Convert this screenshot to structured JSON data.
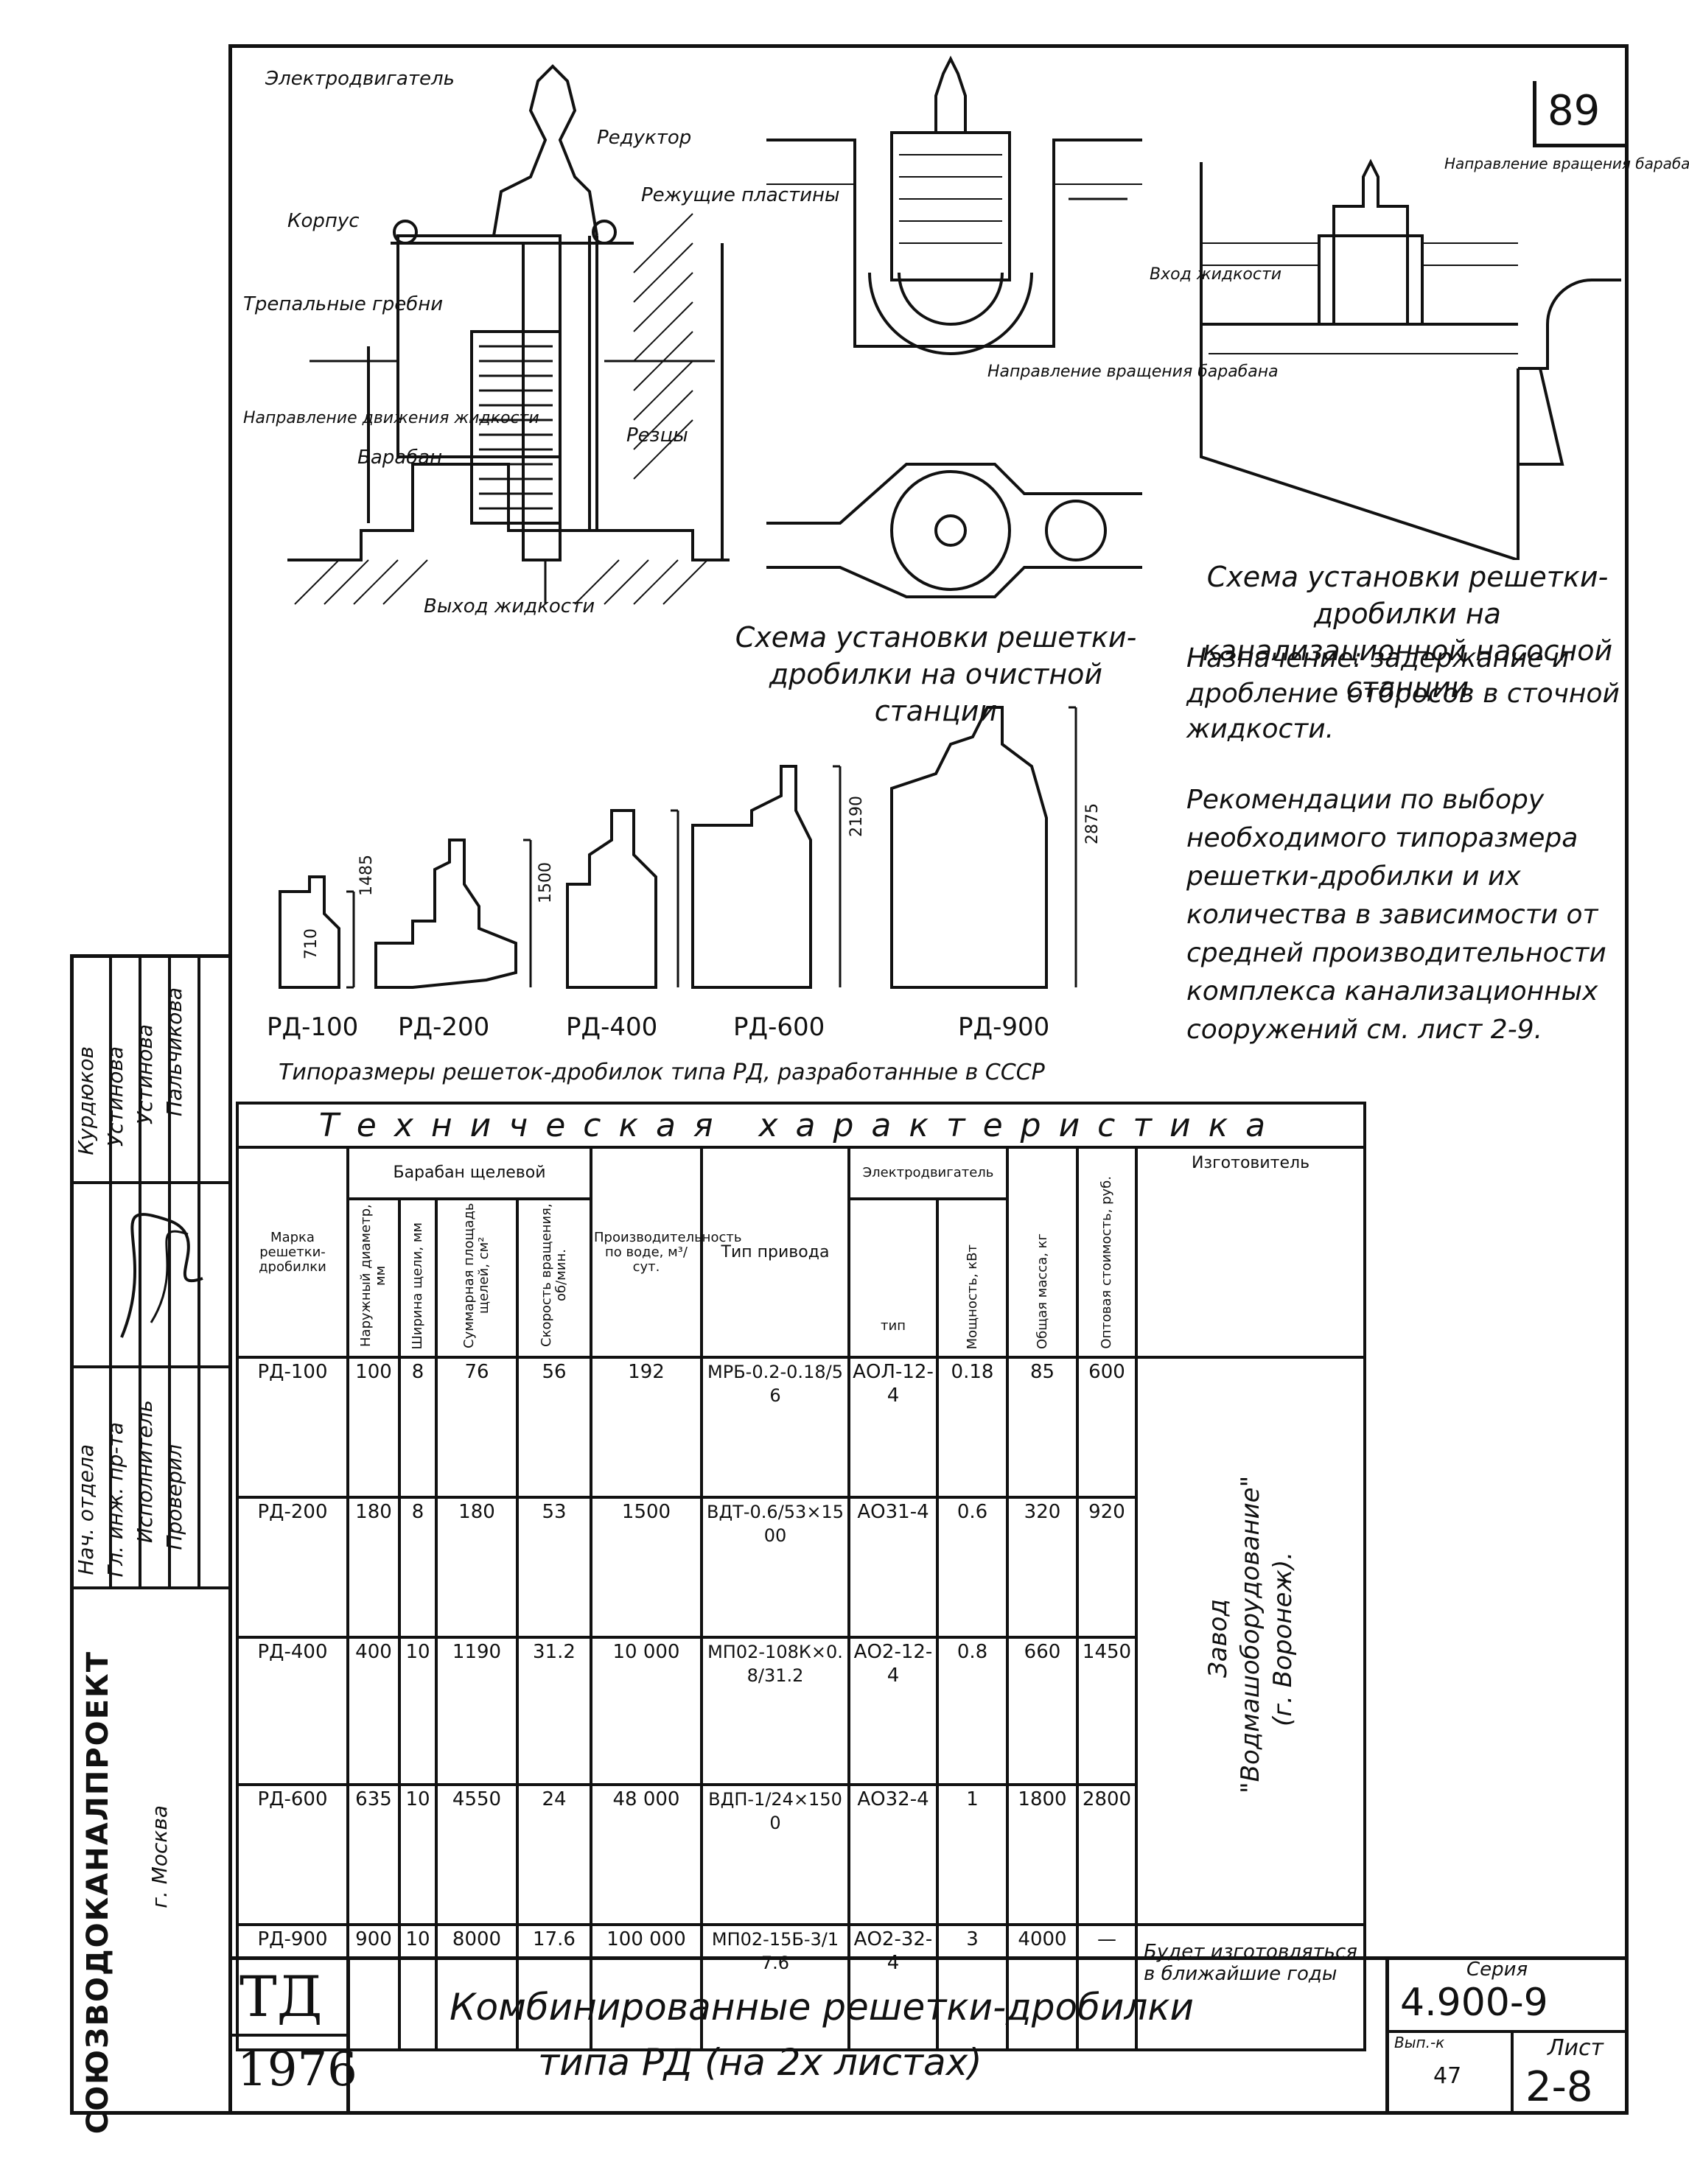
{
  "sheet_number": "89",
  "fig1": {
    "labels": [
      "Электродвигатель",
      "Редуктор",
      "Корпус",
      "Режущие пластины",
      "Трепальные гребни",
      "Направление движения жидкости",
      "Барабан",
      "Резцы",
      "Выход жидкости"
    ]
  },
  "fig2": {
    "labels": [
      "Направление вращения барабана"
    ],
    "caption": "Схема установки решетки-дробилки на очистной станции"
  },
  "fig3": {
    "labels": [
      "Направление вращения барабана",
      "Вход жидкости"
    ],
    "caption": "Схема установки решетки-дробилки на канализационной насосной станции"
  },
  "purpose": "Назначение: задержание и дробление отбросов в сточной жидкости.",
  "recommendation": "Рекомендации по выбору необходимого типоразмера решетки-дробилки и их количества в зависимости от средней производительности комплекса канализационных сооружений см. лист 2-9.",
  "sizes": {
    "items": [
      {
        "name": "РД-100",
        "height": "710"
      },
      {
        "name": "РД-200",
        "height": "1485"
      },
      {
        "name": "РД-400",
        "height": "1500"
      },
      {
        "name": "РД-600",
        "height": "2190"
      },
      {
        "name": "РД-900",
        "height": "2875"
      }
    ],
    "caption": "Типоразмеры решеток-дробилок типа РД, разработанные в СССР"
  },
  "table": {
    "title": "Техническая характеристика",
    "headers": {
      "mark": "Марка решетки-дробилки",
      "drum_group": "Барабан щелевой",
      "outer_diameter": "Наружный диаметр, мм",
      "slot_width": "Ширина щели, мм",
      "slot_area": "Суммарная площадь щелей, см²",
      "rotation_speed": "Скорость вращения, об/мин.",
      "capacity": "Производительность по воде, м³/сут.",
      "drive_type": "Тип привода",
      "motor_group": "Электродвигатель",
      "motor_type": "тип",
      "motor_power": "Мощность, кВт",
      "total_mass": "Общая масса, кг",
      "wholesale_price": "Оптовая стоимость, руб.",
      "manufacturer": "Изготовитель"
    },
    "rows": [
      {
        "mark": "РД-100",
        "diameter": "100",
        "slot": "8",
        "area": "76",
        "speed": "56",
        "capacity": "192",
        "drive": "МРБ-0.2-0.18/56",
        "motor": "АОЛ-12-4",
        "power": "0.18",
        "mass": "85",
        "price": "600"
      },
      {
        "mark": "РД-200",
        "diameter": "180",
        "slot": "8",
        "area": "180",
        "speed": "53",
        "capacity": "1500",
        "drive": "ВДТ-0.6/53×1500",
        "motor": "АО31-4",
        "power": "0.6",
        "mass": "320",
        "price": "920"
      },
      {
        "mark": "РД-400",
        "diameter": "400",
        "slot": "10",
        "area": "1190",
        "speed": "31.2",
        "capacity": "10 000",
        "drive": "МП02-108К×0.8/31.2",
        "motor": "АО2-12-4",
        "power": "0.8",
        "mass": "660",
        "price": "1450"
      },
      {
        "mark": "РД-600",
        "diameter": "635",
        "slot": "10",
        "area": "4550",
        "speed": "24",
        "capacity": "48 000",
        "drive": "ВДП-1/24×1500",
        "motor": "АО32-4",
        "power": "1",
        "mass": "1800",
        "price": "2800"
      },
      {
        "mark": "РД-900",
        "diameter": "900",
        "slot": "10",
        "area": "8000",
        "speed": "17.6",
        "capacity": "100 000",
        "drive": "МП02-15Б-3/17.6",
        "motor": "АО2-32-4",
        "power": "3",
        "mass": "4000",
        "price": "—"
      }
    ],
    "manufacturer_main": "Завод \"Водмашоборудование\" (г. Воронеж).",
    "manufacturer_last": "Будет изготовляться в ближайшие годы"
  },
  "stamp": {
    "people": [
      "Курдюков",
      "Устинова",
      "Устинова",
      "Пальчикова"
    ],
    "roles": [
      "Нач. отдела",
      "Гл. инж. пр-та",
      "Исполнитель",
      "Проверил"
    ],
    "org": "СОЮЗВОДОКАНАЛПРОЕКТ",
    "city": "г. Москва",
    "code": "ТД",
    "year": "1976",
    "title_line1": "Комбинированные решетки-дробилки",
    "title_line2": "типа РД (на 2х листах)",
    "series_label": "Серия",
    "series": "4.900-9",
    "issue_label": "Вып.-к",
    "issue": "47",
    "sheet_label": "Лист",
    "sheet": "2-8"
  }
}
